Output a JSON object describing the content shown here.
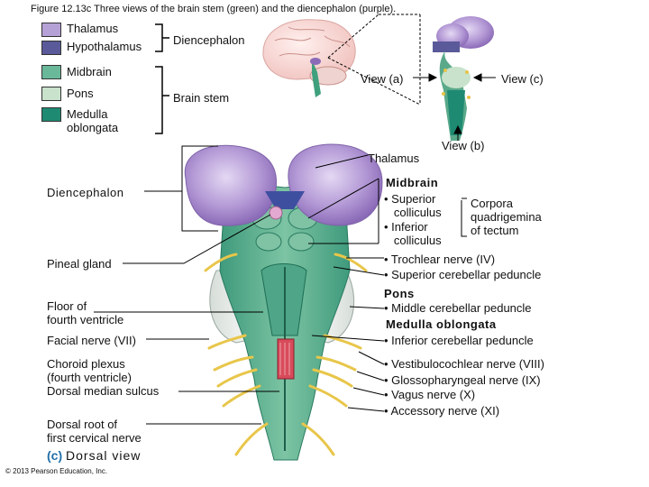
{
  "title": "Figure 12.13c Three views of the brain stem (green) and the diencephalon (purple).",
  "legend": {
    "items": [
      {
        "label": "Thalamus",
        "color": "#b6a1d6"
      },
      {
        "label": "Hypothalamus",
        "color": "#5a5a9a"
      },
      {
        "label": "Midbrain",
        "color": "#6ab89a"
      },
      {
        "label": "Pons",
        "color": "#c8e2cc"
      },
      {
        "label": "Medulla oblongata",
        "color": "#1e8a72"
      }
    ],
    "group_diencephalon": "Diencephalon",
    "group_brainstem": "Brain stem"
  },
  "views": {
    "a": "View (a)",
    "b": "View (b)",
    "c": "View (c)"
  },
  "left_labels": {
    "diencephalon": "Diencephalon",
    "pineal": "Pineal gland",
    "floor": "Floor of\nfourth ventricle",
    "facial": "Facial nerve (VII)",
    "choroid": "Choroid plexus\n(fourth ventricle)\nDorsal median sulcus",
    "dorsal_root": "Dorsal root of\nfirst cervical nerve"
  },
  "right_labels": {
    "thalamus": "Thalamus",
    "midbrain": "Midbrain",
    "sup_colliculus": "• Superior\n   colliculus",
    "inf_colliculus": "• Inferior\n   colliculus",
    "corpora": "Corpora\nquadrigemina\nof tectum",
    "trochlear": "• Trochlear nerve (IV)",
    "sup_cerebellar": "• Superior cerebellar peduncle",
    "pons": "Pons",
    "mid_cerebellar": "• Middle cerebellar peduncle",
    "medulla": "Medulla oblongata",
    "inf_cerebellar": "• Inferior cerebellar peduncle",
    "vestibulo": "• Vestibulocochlear nerve (VIII)",
    "glosso": "• Glossopharyngeal nerve (IX)",
    "vagus": "• Vagus nerve (X)",
    "accessory": "• Accessory nerve (XI)"
  },
  "caption": {
    "letter": "(c)",
    "text": "Dorsal view"
  },
  "copyright": "© 2013 Pearson Education, Inc."
}
